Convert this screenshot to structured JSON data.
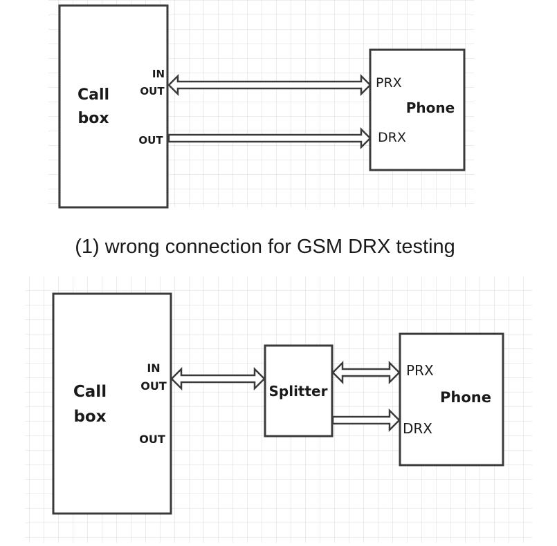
{
  "diagram1": {
    "callbox_label_line1": "Call",
    "callbox_label_line2": "box",
    "port_in": "IN",
    "port_out_top": "OUT",
    "port_out_bottom": "OUT",
    "phone_label": "Phone",
    "phone_port_prx": "PRX",
    "phone_port_drx": "DRX",
    "caption": "(1) wrong connection for GSM DRX testing"
  },
  "diagram2": {
    "callbox_label_line1": "Call",
    "callbox_label_line2": "box",
    "port_in": "IN",
    "port_out_top": "OUT",
    "port_out_bottom": "OUT",
    "splitter_label": "Splitter",
    "phone_label": "Phone",
    "phone_port_prx": "PRX",
    "phone_port_drx": "DRX"
  },
  "colors": {
    "line": "#3a3a3a",
    "grid": "#d9d9d9",
    "text": "#1a1a1a"
  }
}
